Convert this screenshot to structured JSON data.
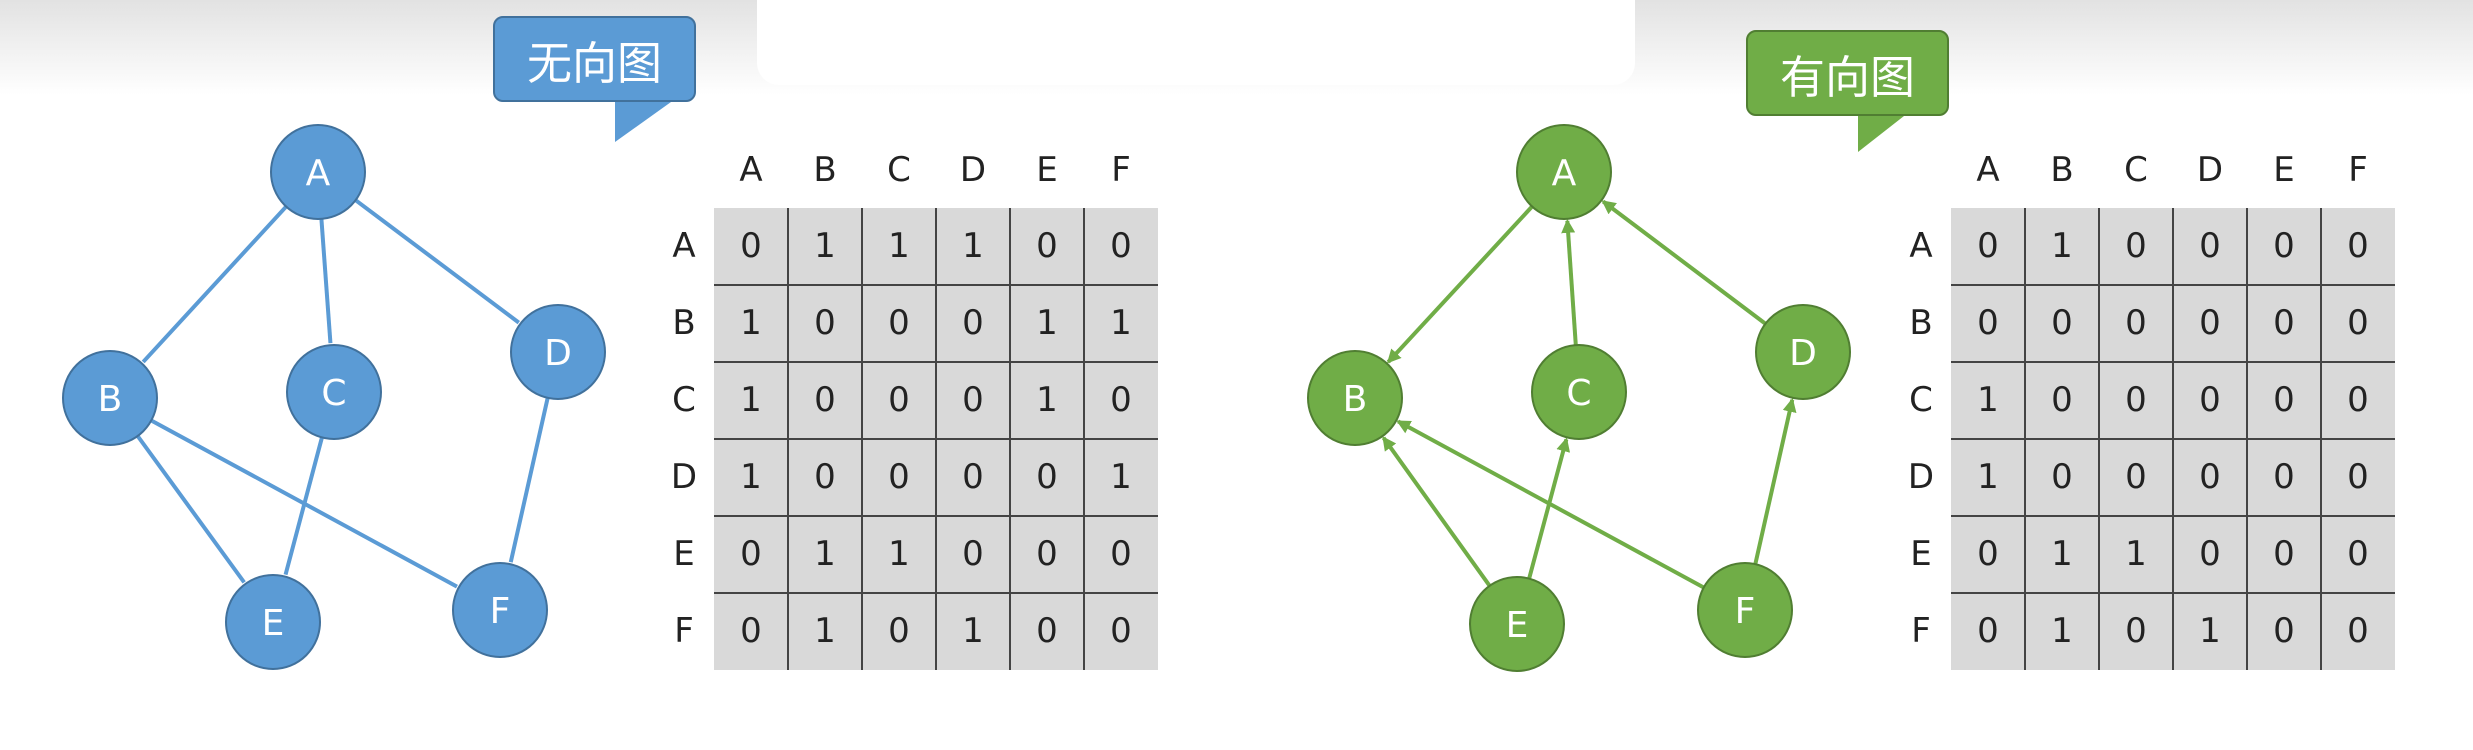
{
  "callouts": {
    "undirected": "无向图",
    "directed": "有向图"
  },
  "colors": {
    "undirected_fill": "#5b9bd5",
    "undirected_stroke": "#41719c",
    "directed_fill": "#70ad47",
    "directed_stroke": "#507e32"
  },
  "undirected_graph": {
    "nodes": [
      "A",
      "B",
      "C",
      "D",
      "E",
      "F"
    ],
    "edges": [
      [
        "A",
        "B"
      ],
      [
        "A",
        "C"
      ],
      [
        "A",
        "D"
      ],
      [
        "B",
        "E"
      ],
      [
        "B",
        "F"
      ],
      [
        "C",
        "E"
      ],
      [
        "D",
        "F"
      ]
    ]
  },
  "directed_graph": {
    "nodes": [
      "A",
      "B",
      "C",
      "D",
      "E",
      "F"
    ],
    "edges": [
      [
        "A",
        "B"
      ],
      [
        "C",
        "A"
      ],
      [
        "D",
        "A"
      ],
      [
        "E",
        "B"
      ],
      [
        "E",
        "C"
      ],
      [
        "F",
        "B"
      ],
      [
        "F",
        "D"
      ]
    ]
  },
  "undirected_matrix": {
    "labels": [
      "A",
      "B",
      "C",
      "D",
      "E",
      "F"
    ],
    "rows": [
      [
        0,
        1,
        1,
        1,
        0,
        0
      ],
      [
        1,
        0,
        0,
        0,
        1,
        1
      ],
      [
        1,
        0,
        0,
        0,
        1,
        0
      ],
      [
        1,
        0,
        0,
        0,
        0,
        1
      ],
      [
        0,
        1,
        1,
        0,
        0,
        0
      ],
      [
        0,
        1,
        0,
        1,
        0,
        0
      ]
    ]
  },
  "directed_matrix": {
    "labels": [
      "A",
      "B",
      "C",
      "D",
      "E",
      "F"
    ],
    "rows": [
      [
        0,
        1,
        0,
        0,
        0,
        0
      ],
      [
        0,
        0,
        0,
        0,
        0,
        0
      ],
      [
        1,
        0,
        0,
        0,
        0,
        0
      ],
      [
        1,
        0,
        0,
        0,
        0,
        0
      ],
      [
        0,
        1,
        1,
        0,
        0,
        0
      ],
      [
        0,
        1,
        0,
        1,
        0,
        0
      ]
    ]
  }
}
